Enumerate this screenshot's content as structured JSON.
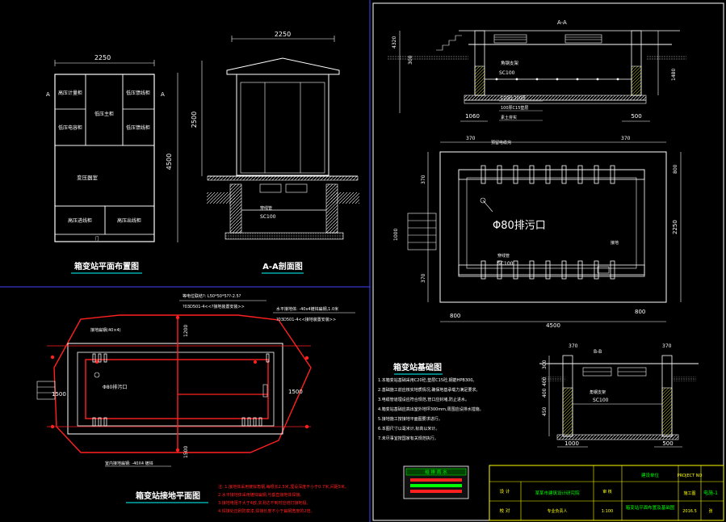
{
  "plan_layout": {
    "title": "箱变站平面布置图",
    "dim_width": "2250",
    "dim_height": "4500",
    "section_mark_left": "A",
    "section_mark_right": "A",
    "rooms": {
      "hv_meter": "高压计量柜",
      "lv_main": "低压主柜",
      "lv_out1": "低压馈线柜",
      "lv_cap": "低压电容柜",
      "lv_out2": "低压馈线柜",
      "transformer": "变压器室",
      "hv_in": "高压进线柜",
      "hv_out": "高压出线柜"
    },
    "door": "门"
  },
  "section_aa": {
    "title": "A-A剖面图",
    "dim_width": "2250",
    "dim_height": "2500",
    "pipe_label": "穿线管",
    "pipe_size": "SC100"
  },
  "grounding_plan": {
    "title": "箱变站接地平面图",
    "note_top_left": "接地扁钢(40×4)",
    "note_top_right": "等电位联结?: L50*50*5??-2.5?",
    "note_top_right2": "?03D501-4<<?接地装置安装>>",
    "note_far_right": "水平接地体: -40x4镀锌扁钢,1.0米",
    "note_far_right2": "?03D501-4<<接地装置安装>>",
    "drain_label": "Φ80排污口",
    "flat_steel": "室内接地扁钢: -40X4 镀锌",
    "dim_1200": "1200",
    "dim_1500a": "1500",
    "dim_1500b": "1500",
    "dim_1500c": "1500",
    "notes": [
      "注: 1.接地体采用镀锌角钢,每根长2.5米,埋设深度不小于0.7米,间距5米。",
      "2.水平接地体采用镀锌扁钢,与垂直接地体焊接。",
      "3.接地电阻不大于4欧,实测达不到时应增打接地极。",
      "4.焊接处应刷防腐漆,焊接长度不小于扁钢宽度的2倍。"
    ]
  },
  "foundation_section": {
    "title": "A-A",
    "label_steel": "角钢支架",
    "pipe_size": "SC100",
    "dim_left": "1060",
    "dim_right": "500",
    "dim_vert1": "300",
    "dim_vert2": "1480",
    "dim_top": "4320",
    "note1": "C20砼,200厚",
    "note2": "100厚C15垫层",
    "note3": "素土夯实"
  },
  "foundation_plan": {
    "title": "箱变站基础图",
    "dim_370a": "370",
    "dim_370b": "370",
    "dim_370c": "370",
    "dim_370d": "370",
    "dim_800": "800",
    "dim_800b": "800",
    "dim_2250": "2250",
    "dim_1000": "1000",
    "dim_4500": "4500",
    "drain_label": "Φ80排污口",
    "pipe_label": "SC100",
    "label_top": "预留电缆沟",
    "label_mid": "接地",
    "label_bot": "穿线管"
  },
  "section_bb": {
    "title": "B-B",
    "label_steel": "角钢支架",
    "pipe_size": "SC100",
    "dim_left": "1000",
    "dim_right": "500",
    "dim_370": "370",
    "dim_370b": "370",
    "dim_300": "300",
    "dim_450": "450",
    "dim_400a": "400",
    "dim_400b": "400"
  },
  "foundation_notes": [
    "1.本箱变站基础采用C20砼,垫层C15砼,钢筋HPB300。",
    "2.基础施工前应核实地质情况,确保地基承载力满足要求。",
    "3.电缆管道埋设应符合规范,管口应封堵,防止进水。",
    "4.箱变站基础应高出室外地坪300mm,周围应设排水措施。",
    "5.接地施工按接地平面图要求进行。",
    "6.本图尺寸以毫米计,标高以米计。",
    "7.未尽事宜按国家有关规范执行。"
  ],
  "legend_box": {
    "title": "给 排 雨 水"
  },
  "title_block": {
    "company": "某某市建筑设计研究院",
    "drawing_name": "箱变站平面布置及基础图",
    "drawing_no": "电施-1",
    "project": "PROJECT NO",
    "design": "设 计",
    "check": "校 对",
    "approve": "审 核",
    "scale": "1:100",
    "date": "2016.5",
    "leader": "专业负责人",
    "stage": "施工图",
    "sheet": "张",
    "owner": "建设单位"
  },
  "colors": {
    "background": "#000000",
    "line": "#ffffff",
    "accent_red": "#ff2020",
    "accent_yellow": "#ffff00",
    "accent_cyan": "#00ffff",
    "accent_green": "#00ff00"
  }
}
